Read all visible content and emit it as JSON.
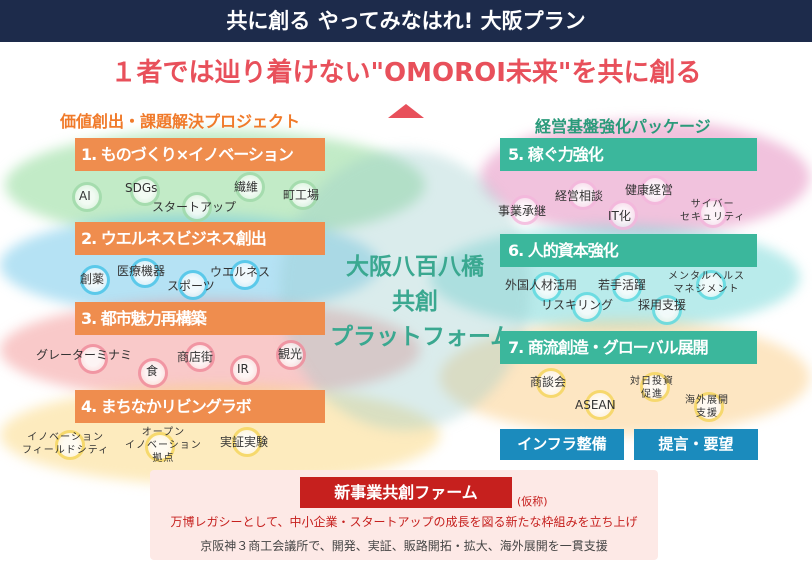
{
  "header": {
    "title": "共に創る やってみなはれ! 大阪プラン"
  },
  "slogan": "１者では辿り着けない\"OMOROI未来\"を共に創る",
  "left": {
    "heading": "価値創出・課題解決プロジェクト",
    "projects": [
      {
        "label": "1. ものづくり×イノベーション",
        "keywords": [
          "AI",
          "SDGs",
          "スタートアップ",
          "繊維",
          "町工場"
        ]
      },
      {
        "label": "2. ウエルネスビジネス創出",
        "keywords": [
          "創薬",
          "医療機器",
          "スポーツ",
          "ウエルネス"
        ]
      },
      {
        "label": "3. 都市魅力再構築",
        "keywords": [
          "グレーターミナミ",
          "食",
          "商店街",
          "IR",
          "観光"
        ]
      },
      {
        "label": "4. まちなかリビングラボ",
        "keywords": [
          "イノベーション\nフィールドシティ",
          "オープン\nイノベーション\n拠点",
          "実証実験"
        ]
      }
    ]
  },
  "right": {
    "heading": "経営基盤強化パッケージ",
    "packages": [
      {
        "label": "5. 稼ぐ力強化",
        "keywords": [
          "事業承継",
          "経営相談",
          "IT化",
          "健康経営",
          "サイバー\nセキュリティ"
        ]
      },
      {
        "label": "6. 人的資本強化",
        "keywords": [
          "外国人材活用",
          "若手活躍",
          "メンタルヘルス\nマネジメント",
          "リスキリング",
          "採用支援"
        ]
      },
      {
        "label": "7. 商流創造・グローバル展開",
        "keywords": [
          "商談会",
          "ASEAN",
          "対日投資\n促進",
          "海外展開\n支援"
        ]
      }
    ],
    "extra": [
      "インフラ整備",
      "提言・要望"
    ]
  },
  "center": {
    "line1": "大阪八百八橋",
    "line2": "共創",
    "line3": "プラットフォーム"
  },
  "bottom": {
    "title": "新事業共創ファーム",
    "note": "(仮称)",
    "line1": "万博レガシーとして、中小企業・スタートアップの成長を図る新たな枠組みを立ち上げ",
    "line2": "京阪神３商工会議所で、開発、実証、販路開拓・拡大、海外展開を一貫支援"
  },
  "colors": {
    "header": "#1d2b4b",
    "slogan": "#e8505b",
    "orange": "#ef8d4e",
    "teal": "#3bb79c",
    "blue": "#1b8bbd",
    "red": "#c6201e"
  }
}
